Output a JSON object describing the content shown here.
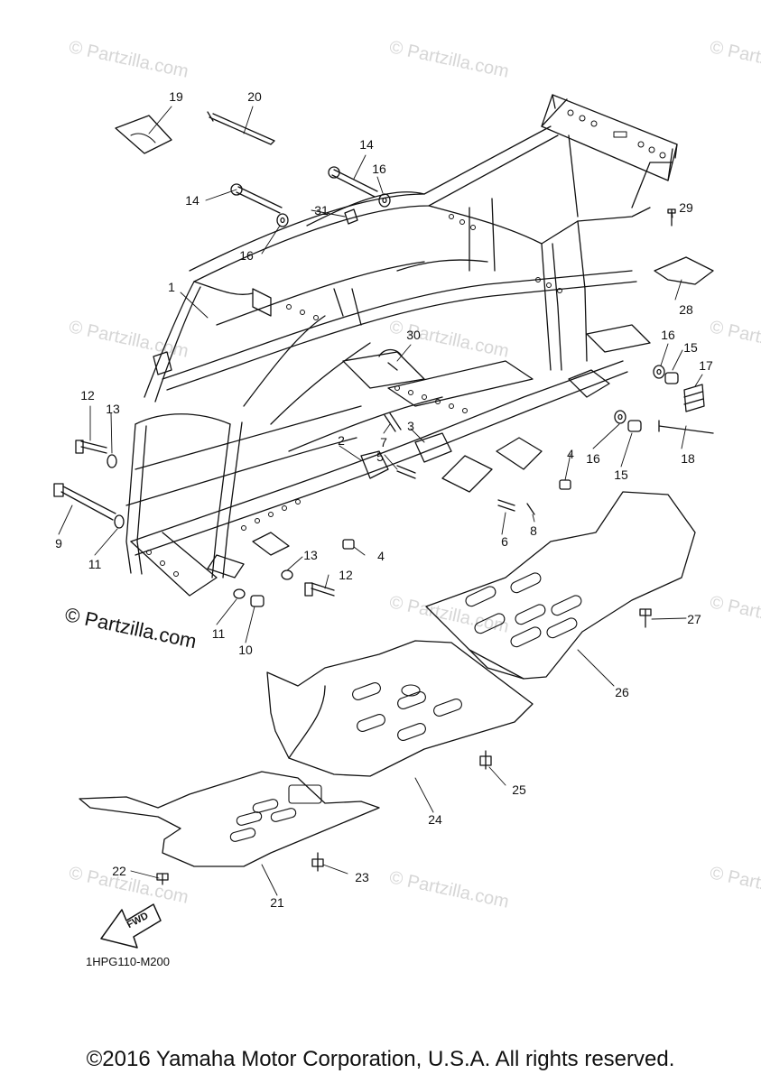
{
  "watermark": {
    "text": "© Partzilla.com",
    "main_text": "© Partzilla.com"
  },
  "diagram": {
    "code": "1HPG110-M200",
    "fwd_label": "FWD",
    "copyright": "©2016 Yamaha Motor Corporation, U.S.A. All rights reserved."
  },
  "callouts": [
    {
      "id": "1",
      "text": "1"
    },
    {
      "id": "2",
      "text": "2"
    },
    {
      "id": "3",
      "text": "3"
    },
    {
      "id": "4a",
      "text": "4"
    },
    {
      "id": "4b",
      "text": "4"
    },
    {
      "id": "5",
      "text": "5"
    },
    {
      "id": "6",
      "text": "6"
    },
    {
      "id": "7",
      "text": "7"
    },
    {
      "id": "8",
      "text": "8"
    },
    {
      "id": "9",
      "text": "9"
    },
    {
      "id": "10",
      "text": "10"
    },
    {
      "id": "11a",
      "text": "11"
    },
    {
      "id": "11b",
      "text": "11"
    },
    {
      "id": "12a",
      "text": "12"
    },
    {
      "id": "12b",
      "text": "12"
    },
    {
      "id": "13a",
      "text": "13"
    },
    {
      "id": "13b",
      "text": "13"
    },
    {
      "id": "14a",
      "text": "14"
    },
    {
      "id": "14b",
      "text": "14"
    },
    {
      "id": "15a",
      "text": "15"
    },
    {
      "id": "15b",
      "text": "15"
    },
    {
      "id": "16a",
      "text": "16"
    },
    {
      "id": "16b",
      "text": "16"
    },
    {
      "id": "16c",
      "text": "16"
    },
    {
      "id": "16d",
      "text": "16"
    },
    {
      "id": "17",
      "text": "17"
    },
    {
      "id": "18",
      "text": "18"
    },
    {
      "id": "19",
      "text": "19"
    },
    {
      "id": "20",
      "text": "20"
    },
    {
      "id": "21",
      "text": "21"
    },
    {
      "id": "22",
      "text": "22"
    },
    {
      "id": "23",
      "text": "23"
    },
    {
      "id": "24",
      "text": "24"
    },
    {
      "id": "25",
      "text": "25"
    },
    {
      "id": "26",
      "text": "26"
    },
    {
      "id": "27",
      "text": "27"
    },
    {
      "id": "28",
      "text": "28"
    },
    {
      "id": "29",
      "text": "29"
    },
    {
      "id": "30",
      "text": "30"
    },
    {
      "id": "31",
      "text": "31"
    }
  ]
}
